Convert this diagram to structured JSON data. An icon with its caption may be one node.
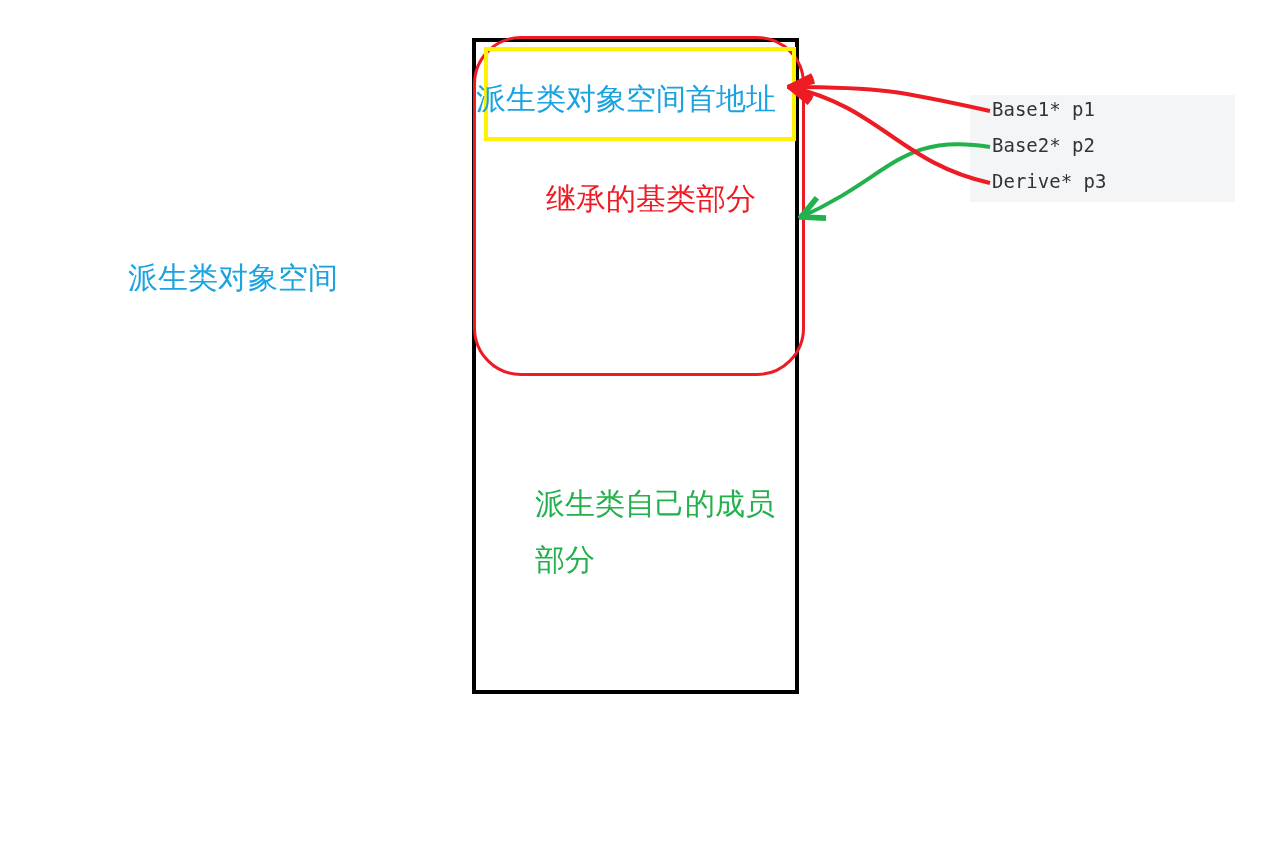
{
  "diagram": {
    "nodes": [
      {
        "text": [],
        "shape": "box"
      },
      {
        "text": [
          "继承的基类部分"
        ],
        "in": 0
      },
      {
        "text": [
          "派生类对象空间首地址"
        ],
        "in": 1
      },
      {
        "text": [
          "Base1* p1"
        ]
      },
      {
        "text": [
          "Base2* p2"
        ]
      },
      {
        "text": [
          "Derive* p3"
        ]
      }
    ],
    "edges": [
      {
        "from": 3,
        "to": 2,
        "arrow": "to"
      },
      {
        "from": 4,
        "to": 1,
        "arrow": "to",
        "color": "#22b14c"
      },
      {
        "from": 5,
        "to": 2,
        "arrow": "to"
      }
    ],
    "labels": [
      "派生类对象空间",
      "派生类自己的成员部分"
    ]
  }
}
